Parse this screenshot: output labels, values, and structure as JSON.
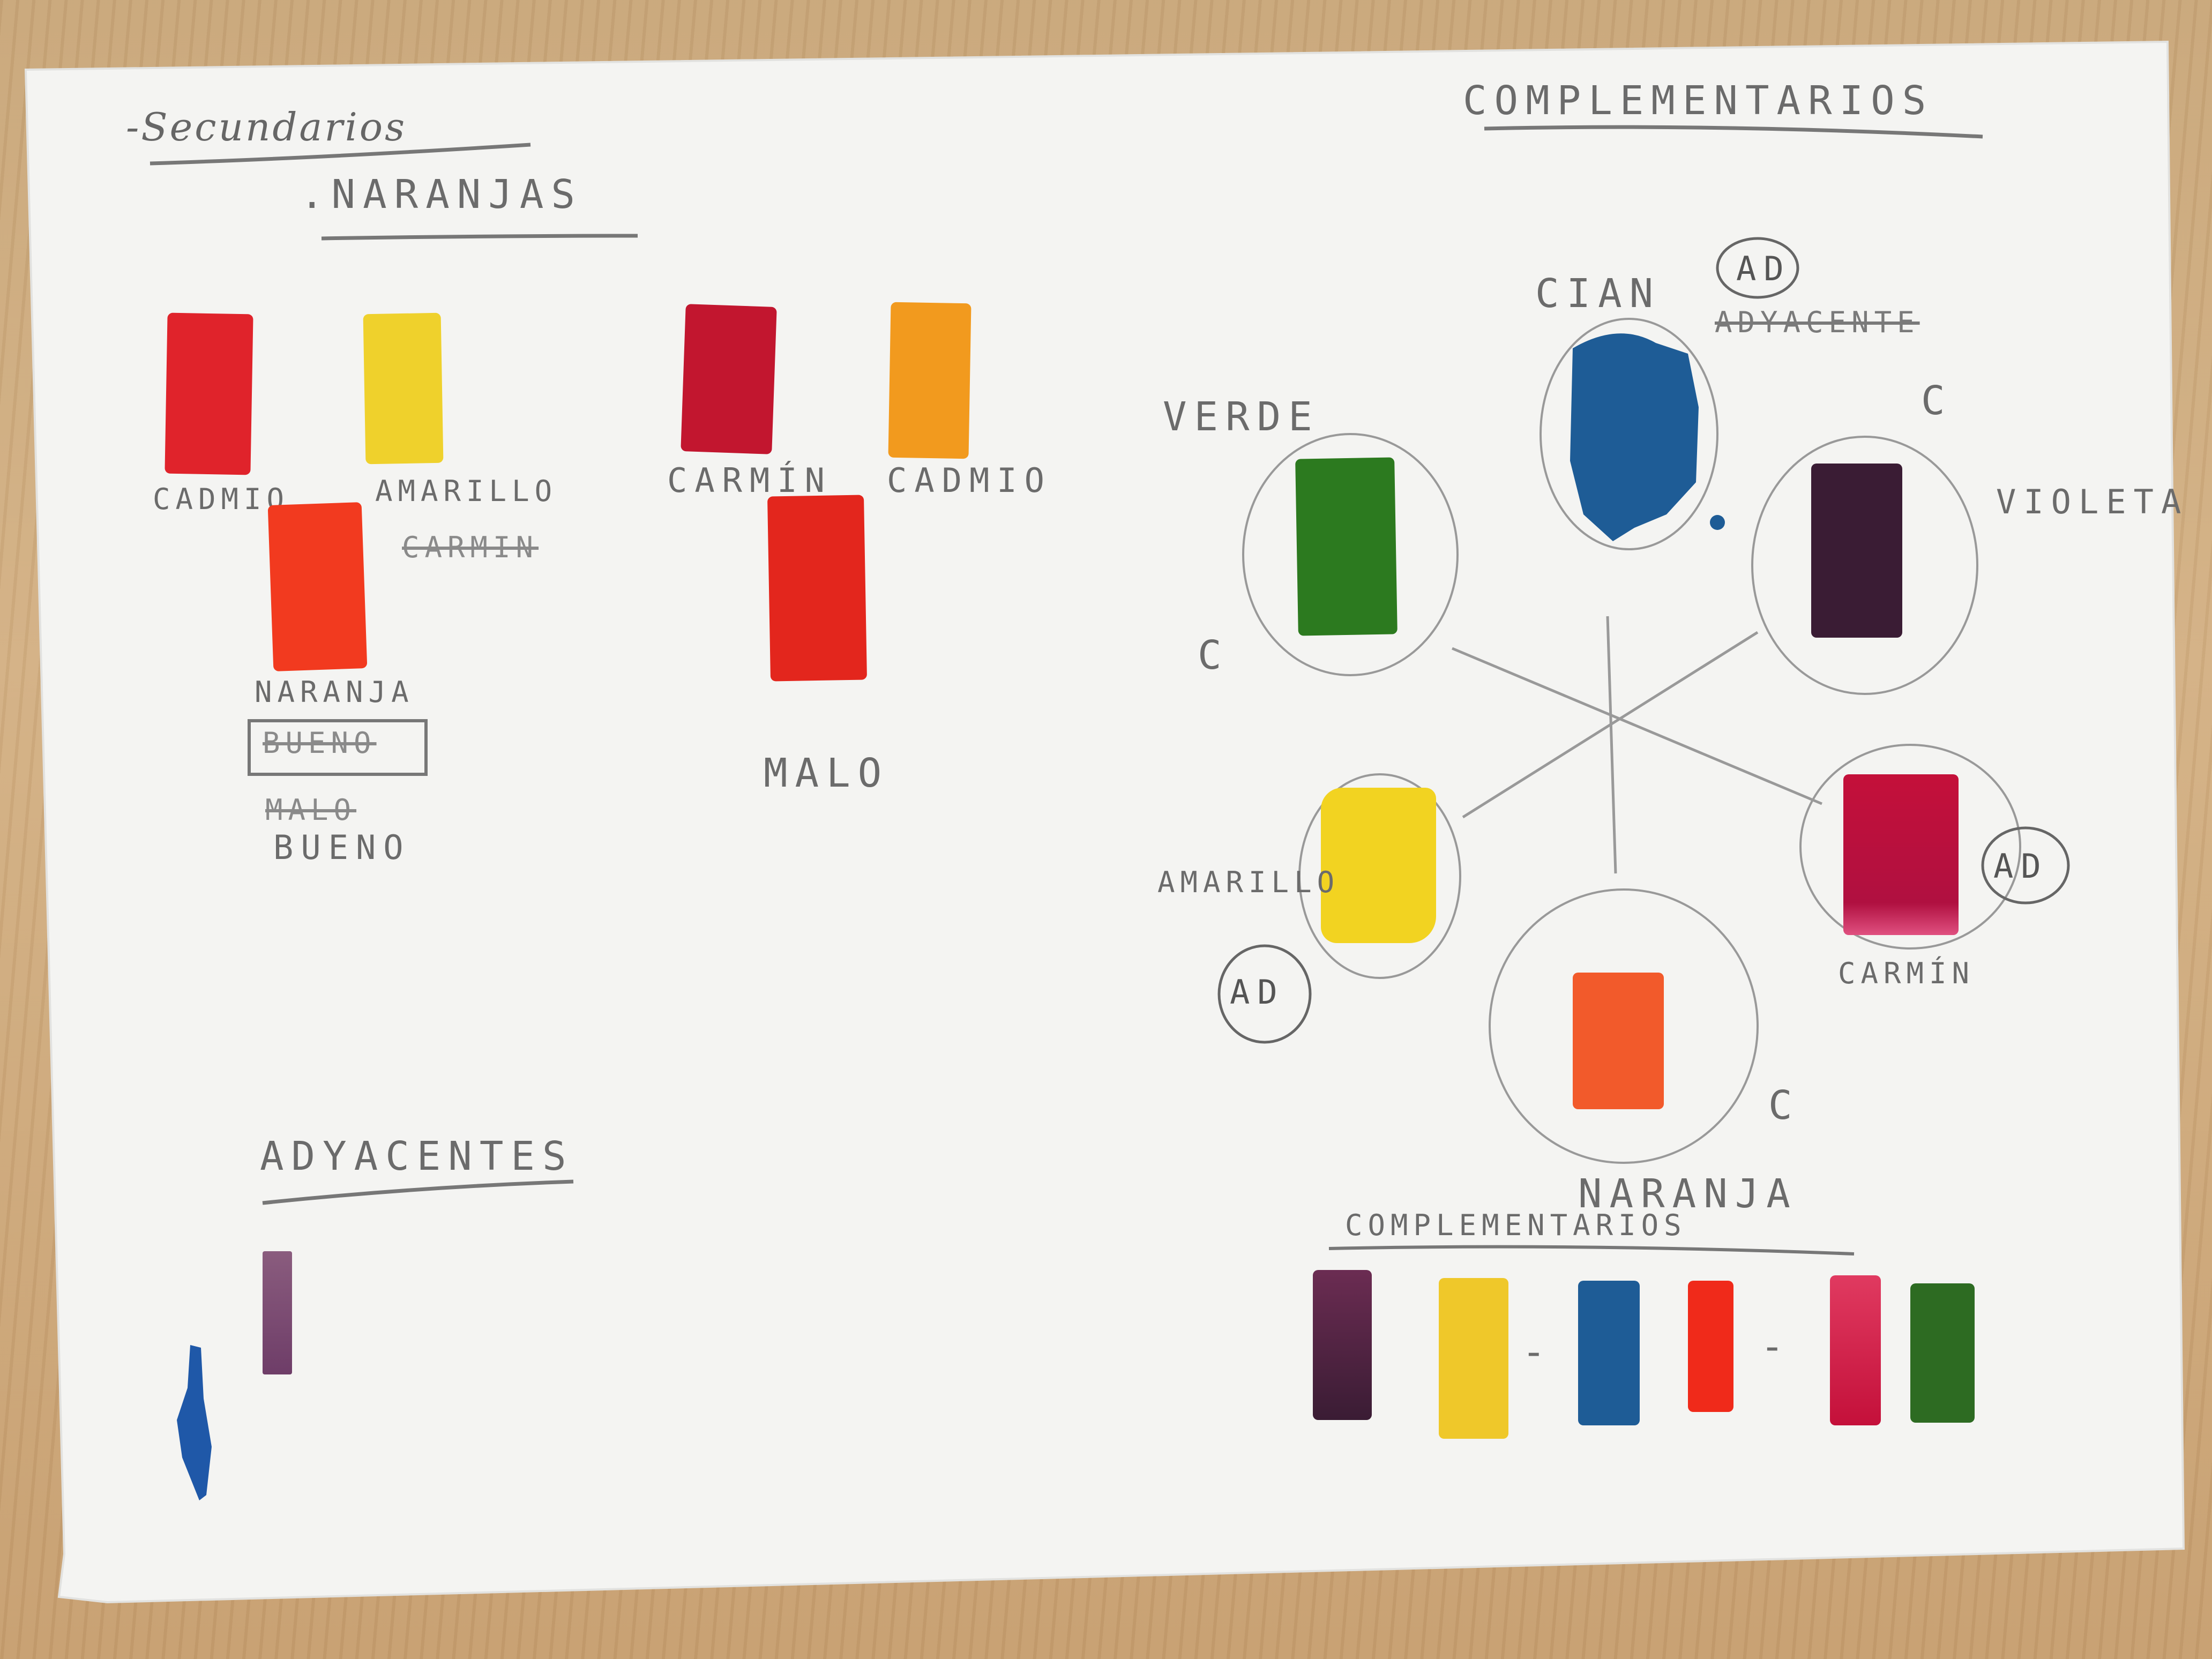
{
  "colors": {
    "paper": "#f4f4f2",
    "pencil": "#6b6b6b",
    "cadmio_red": "#e0232b",
    "amarillo": "#efd12c",
    "carmin": "#c2162f",
    "cadmio_orange": "#f29a1e",
    "naranja": "#f23a1f",
    "malo": "#e3261d",
    "cian": "#1e5c96",
    "verde": "#2c7a1f",
    "violeta": "#3a1c34",
    "carmin_wheel": "#c4103a",
    "naranja_wheel": "#f25a2b",
    "amarillo_wheel": "#f2d321",
    "adyacente_violet": "#7a4a6e",
    "adyacente_blue": "#1f58a8"
  },
  "left": {
    "heading_script": "-Secundarios",
    "heading_naranjas": ".NARANJAS",
    "label_cadmio1": "CADMIO",
    "label_amarillo": "AMARILLO",
    "label_carmin_struck": "CARMIN",
    "label_naranja": "NARANJA",
    "label_bueno_struck": "BUENO",
    "label_malo_struck": "MALO",
    "label_bueno": "BUENO",
    "label_carmin": "CARMÍN",
    "label_cadmio2": "CADMIO",
    "label_malo": "MALO",
    "heading_adyacentes": "ADYACENTES"
  },
  "right": {
    "heading_complementarios": "COMPLEMENTARIOS",
    "label_cian": "CIAN",
    "mark_ad_top": "AD",
    "label_adyacente_struck": "ADYACENTE",
    "label_c_top": "C",
    "label_verde": "VERDE",
    "label_violeta": "VIOLETA",
    "label_c_left": "C",
    "label_amarillo": "AMARILLO",
    "mark_ad_left": "AD",
    "label_carmin": "CARMÍN",
    "mark_ad_right": "AD",
    "label_c_bottom": "C",
    "label_naranja": "NARANJA",
    "heading_complementarios_bottom": "COMPLEMENTARIOS",
    "dash1": "-",
    "dash2": "-"
  }
}
